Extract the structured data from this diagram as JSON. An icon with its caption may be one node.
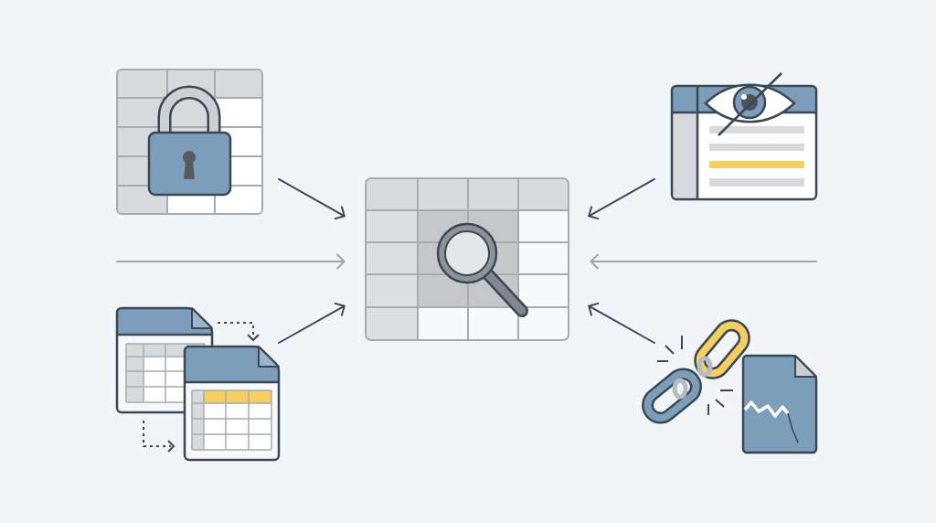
{
  "diagram": {
    "nodes": [
      {
        "text": [],
        "shape": "picture"
      },
      {
        "text": [],
        "shape": "picture"
      },
      {
        "text": [],
        "shape": "picture"
      },
      {
        "text": [],
        "shape": "picture"
      },
      {
        "text": [],
        "shape": "picture"
      }
    ],
    "edges": [
      {
        "from": 0,
        "to": 2,
        "arrow": "to"
      },
      {
        "from": 1,
        "to": 2,
        "arrow": "to"
      },
      {
        "from": null,
        "to": 2,
        "arrow": "to",
        "color": "#9ea4aa"
      },
      {
        "from": null,
        "to": 2,
        "arrow": "to",
        "color": "#9ea4aa"
      },
      {
        "from": 3,
        "to": 2,
        "arrow": "to"
      },
      {
        "from": 4,
        "to": 2,
        "arrow": "to"
      }
    ]
  }
}
